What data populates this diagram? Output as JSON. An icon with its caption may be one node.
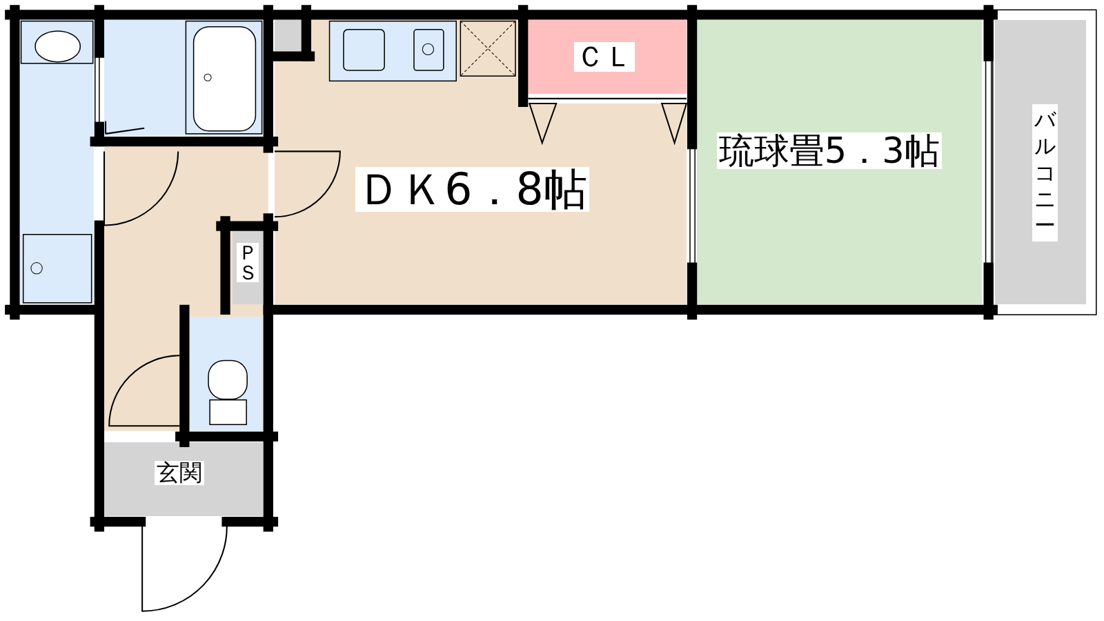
{
  "diagram": {
    "nodes": [
      {
        "text": [
          "ＣＬ"
        ]
      },
      {
        "text": [
          "琉球畳5．3帖"
        ]
      },
      {
        "text": [
          "ＤＫ6．8帖"
        ]
      },
      {
        "text": [
          "ＰＳ"
        ]
      },
      {
        "text": [
          "玄関"
        ]
      },
      {
        "text": [
          "バルコニー"
        ]
      }
    ]
  }
}
